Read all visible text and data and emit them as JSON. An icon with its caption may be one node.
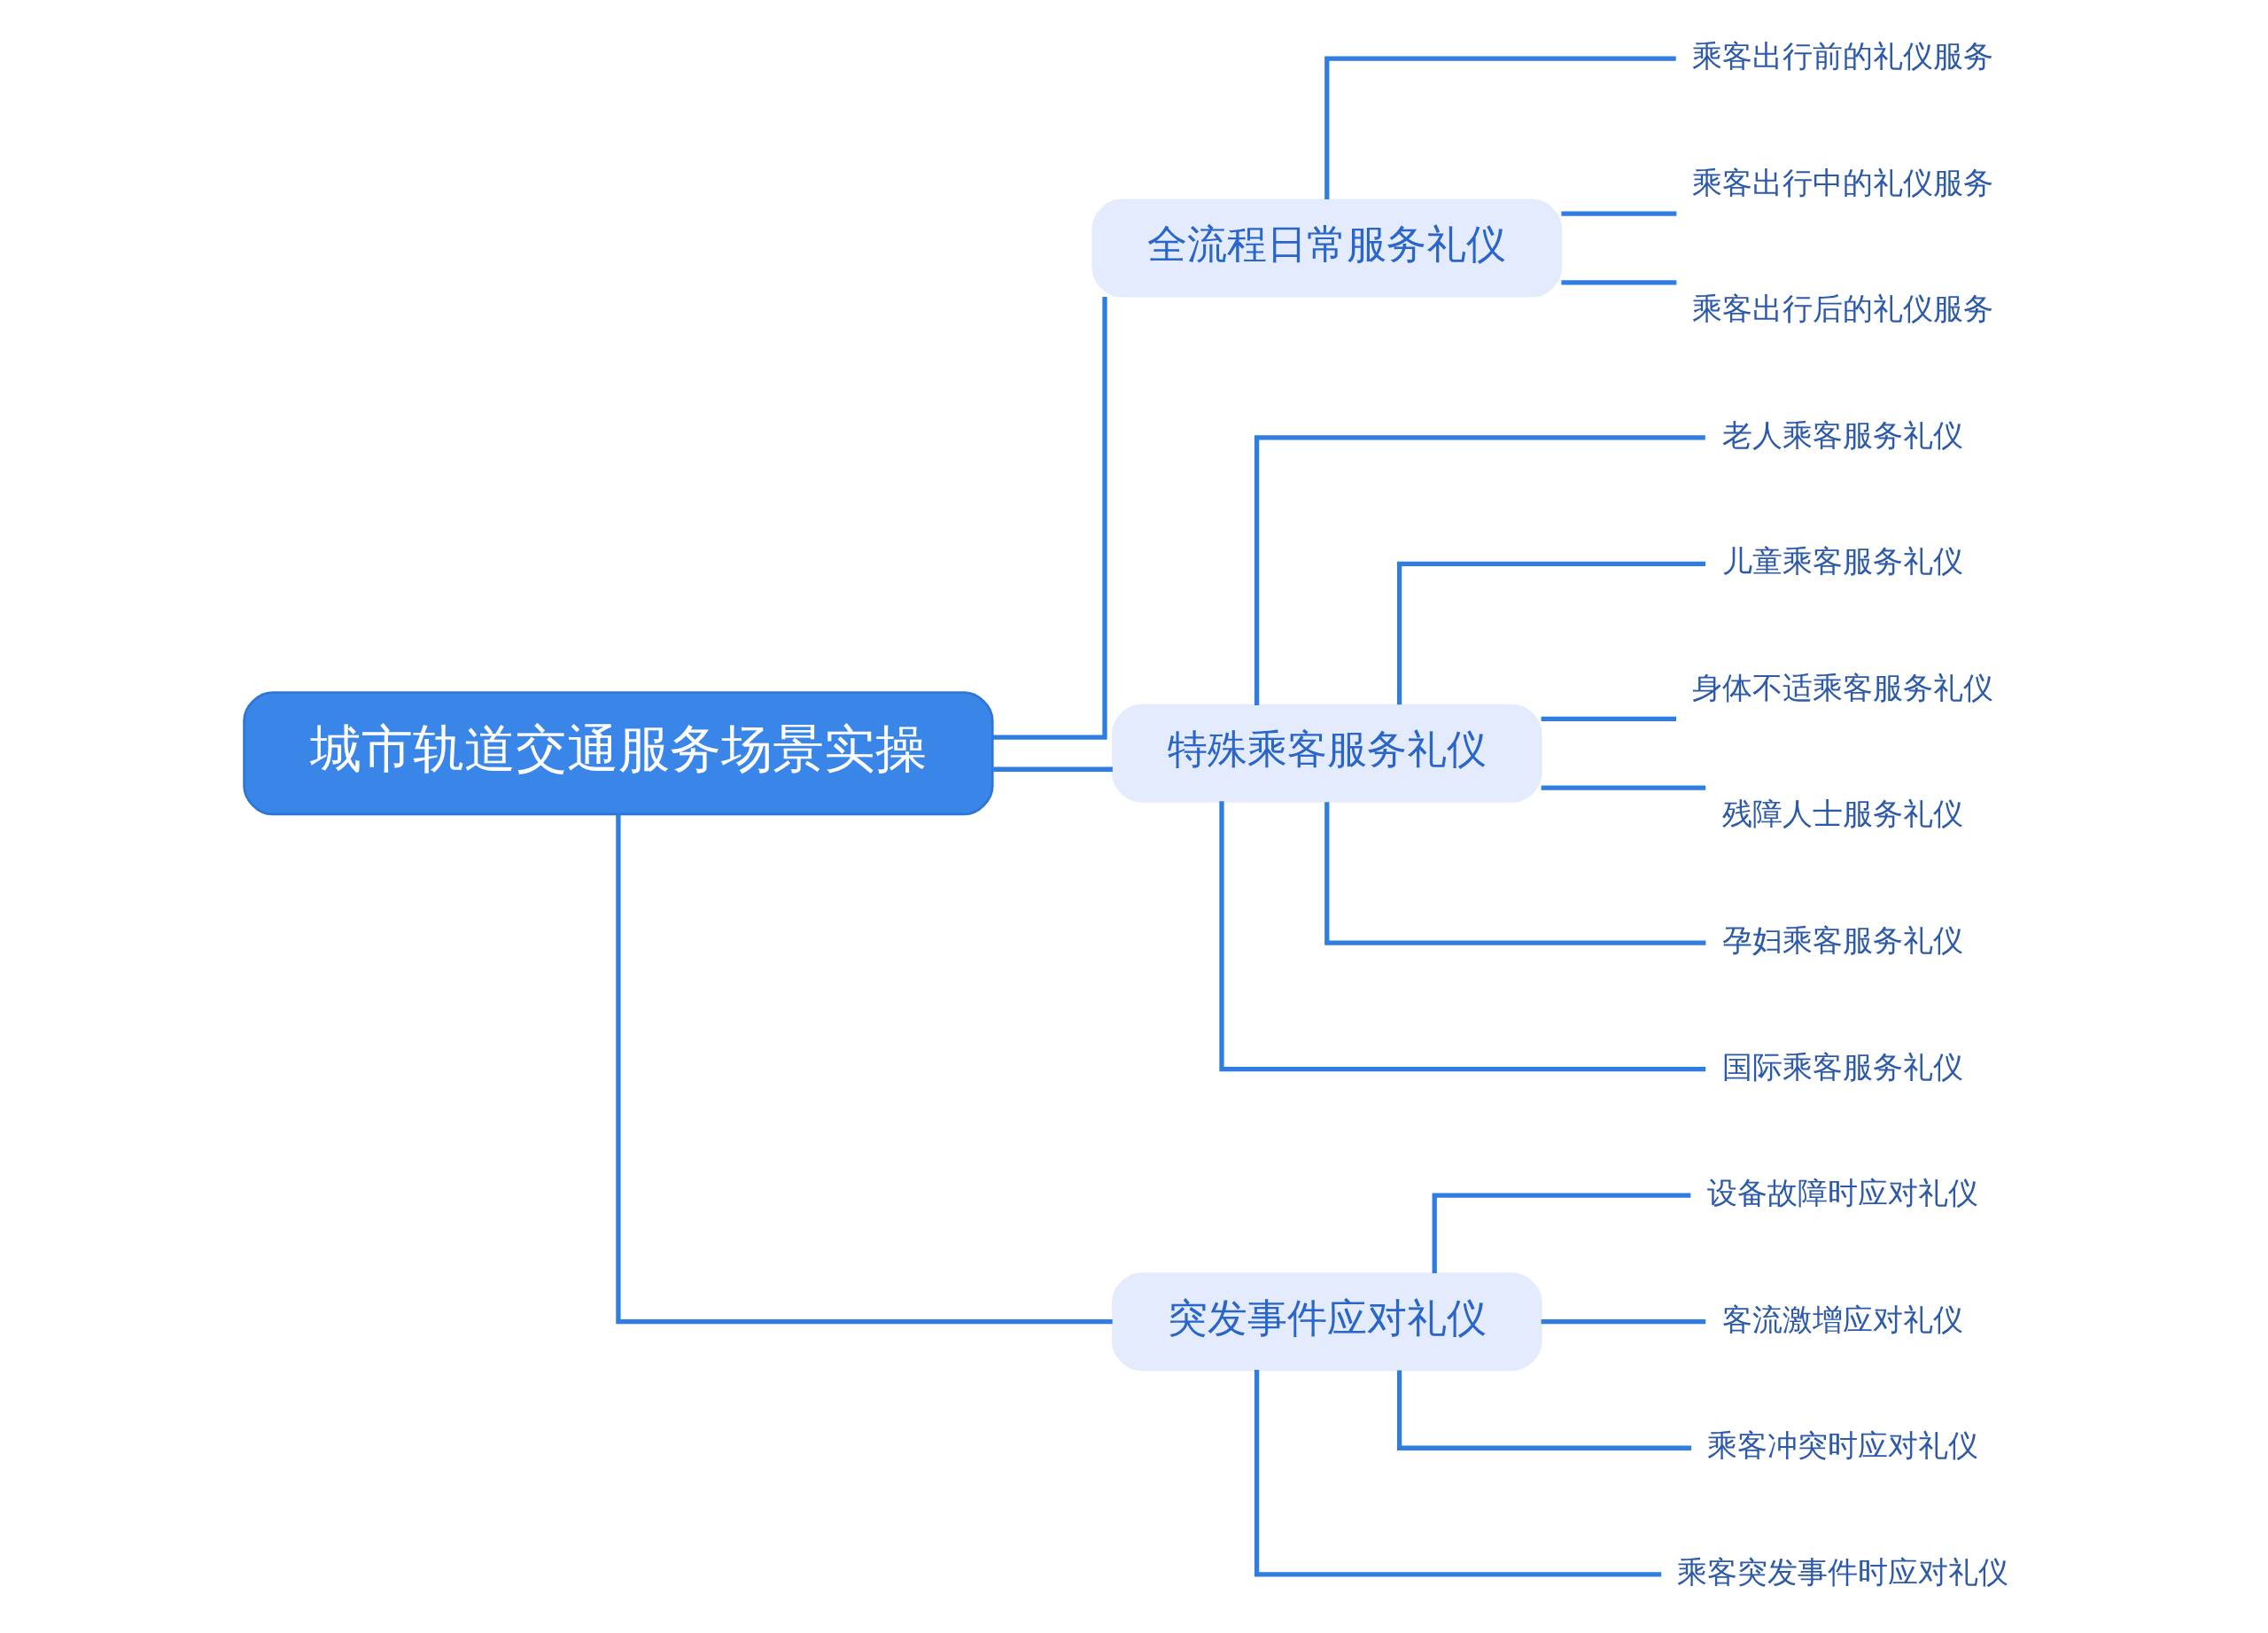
{
  "diagram": {
    "nodes": [
      {
        "text": [
          "城市轨道交通服务场景实操"
        ]
      },
      {
        "text": [
          "全流程日常服务礼仪"
        ]
      },
      {
        "text": [
          "乘客出行前的礼仪服务"
        ]
      },
      {
        "text": [
          "乘客出行中的礼仪服务"
        ]
      },
      {
        "text": [
          "乘客出行后的礼仪服务"
        ]
      },
      {
        "text": [
          "特殊乘客服务礼仪"
        ]
      },
      {
        "text": [
          "老人乘客服务礼仪"
        ]
      },
      {
        "text": [
          "儿童乘客服务礼仪"
        ]
      },
      {
        "text": [
          "身体不适乘客服务礼仪"
        ]
      },
      {
        "text": [
          "残障人士服务礼仪"
        ]
      },
      {
        "text": [
          "孕妇乘客服务礼仪"
        ]
      },
      {
        "text": [
          "国际乘客服务礼仪"
        ]
      },
      {
        "text": [
          "突发事件应对礼仪"
        ]
      },
      {
        "text": [
          "设备故障时应对礼仪"
        ]
      },
      {
        "text": [
          "客流激增应对礼仪"
        ]
      },
      {
        "text": [
          "乘客冲突时应对礼仪"
        ]
      },
      {
        "text": [
          "乘客突发事件时应对礼仪"
        ]
      }
    ],
    "edges": [
      {
        "from": 0,
        "to": 1,
        "arrow": "none"
      },
      {
        "from": 0,
        "to": 5,
        "arrow": "none"
      },
      {
        "from": 0,
        "to": 12,
        "arrow": "none"
      },
      {
        "from": 1,
        "to": 2,
        "arrow": "none"
      },
      {
        "from": 1,
        "to": 3,
        "arrow": "none"
      },
      {
        "from": 1,
        "to": 4,
        "arrow": "none"
      },
      {
        "from": 5,
        "to": 6,
        "arrow": "none"
      },
      {
        "from": 5,
        "to": 7,
        "arrow": "none"
      },
      {
        "from": 5,
        "to": 8,
        "arrow": "none"
      },
      {
        "from": 5,
        "to": 9,
        "arrow": "none"
      },
      {
        "from": 5,
        "to": 10,
        "arrow": "none"
      },
      {
        "from": 5,
        "to": 11,
        "arrow": "none"
      },
      {
        "from": 12,
        "to": 13,
        "arrow": "none"
      },
      {
        "from": 12,
        "to": 14,
        "arrow": "none"
      },
      {
        "from": 12,
        "to": 15,
        "arrow": "none"
      },
      {
        "from": 12,
        "to": 16,
        "arrow": "none"
      }
    ]
  }
}
